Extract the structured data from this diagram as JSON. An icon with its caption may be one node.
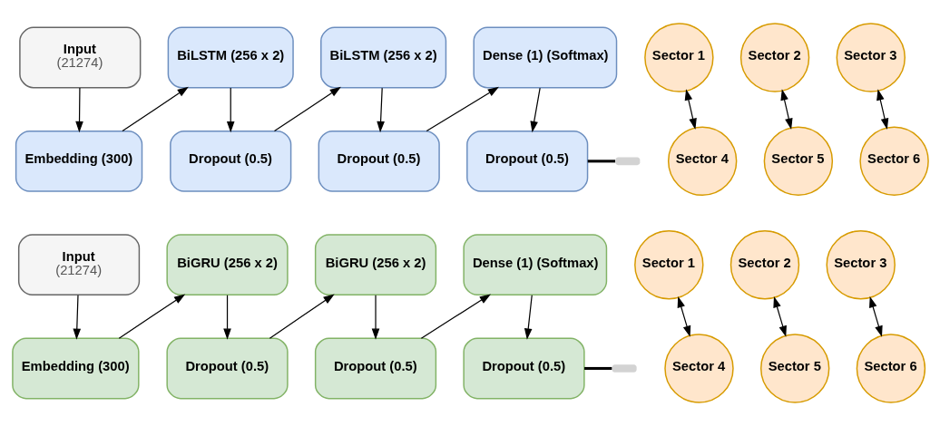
{
  "diagram": {
    "nodes": [
      {
        "text": [
          "Input",
          "(21274)"
        ]
      },
      {
        "text": [
          "Embedding (300)"
        ]
      },
      {
        "text": [
          "BiLSTM (256 x 2)"
        ]
      },
      {
        "text": [
          "Dropout (0.5)"
        ]
      },
      {
        "text": [
          "BiLSTM (256 x 2)"
        ]
      },
      {
        "text": [
          "Dropout (0.5)"
        ]
      },
      {
        "text": [
          "Dense (1) (Softmax)"
        ]
      },
      {
        "text": [
          "Dropout (0.5)"
        ]
      },
      {
        "text": [
          "Sector 1"
        ]
      },
      {
        "text": [
          "Sector 2"
        ]
      },
      {
        "text": [
          "Sector 3"
        ]
      },
      {
        "text": [
          "Sector 4"
        ]
      },
      {
        "text": [
          "Sector 5"
        ]
      },
      {
        "text": [
          "Sector 6"
        ]
      },
      {
        "text": [
          "Input",
          "(21274)"
        ]
      },
      {
        "text": [
          "Embedding (300)"
        ]
      },
      {
        "text": [
          "BiGRU (256 x 2)"
        ]
      },
      {
        "text": [
          "Dropout (0.5)"
        ]
      },
      {
        "text": [
          "BiGRU (256 x 2)"
        ]
      },
      {
        "text": [
          "Dropout (0.5)"
        ]
      },
      {
        "text": [
          "Dense (1) (Softmax)"
        ]
      },
      {
        "text": [
          "Dropout (0.5)"
        ]
      },
      {
        "text": [
          "Sector 1"
        ]
      },
      {
        "text": [
          "Sector 2"
        ]
      },
      {
        "text": [
          "Sector 3"
        ]
      },
      {
        "text": [
          "Sector 4"
        ]
      },
      {
        "text": [
          "Sector 5"
        ]
      },
      {
        "text": [
          "Sector 6"
        ]
      }
    ],
    "edges": [
      {
        "from": 0,
        "to": 1,
        "arrow": "to"
      },
      {
        "from": 1,
        "to": 2,
        "arrow": "to"
      },
      {
        "from": 2,
        "to": 3,
        "arrow": "to"
      },
      {
        "from": 3,
        "to": 4,
        "arrow": "to"
      },
      {
        "from": 4,
        "to": 5,
        "arrow": "to"
      },
      {
        "from": 5,
        "to": 6,
        "arrow": "to"
      },
      {
        "from": 6,
        "to": 7,
        "arrow": "to"
      },
      {
        "from": 8,
        "to": 11,
        "arrow": "both"
      },
      {
        "from": 9,
        "to": 12,
        "arrow": "both"
      },
      {
        "from": 10,
        "to": 13,
        "arrow": "both"
      },
      {
        "from": 7,
        "to": null,
        "arrow": "none",
        "style": "thick"
      },
      {
        "from": 14,
        "to": 15,
        "arrow": "to"
      },
      {
        "from": 15,
        "to": 16,
        "arrow": "to"
      },
      {
        "from": 16,
        "to": 17,
        "arrow": "to"
      },
      {
        "from": 17,
        "to": 18,
        "arrow": "to"
      },
      {
        "from": 18,
        "to": 19,
        "arrow": "to"
      },
      {
        "from": 19,
        "to": 20,
        "arrow": "to"
      },
      {
        "from": 20,
        "to": 21,
        "arrow": "to"
      },
      {
        "from": 22,
        "to": 25,
        "arrow": "both"
      },
      {
        "from": 23,
        "to": 26,
        "arrow": "both"
      },
      {
        "from": 24,
        "to": 27,
        "arrow": "both"
      },
      {
        "from": 21,
        "to": null,
        "arrow": "none",
        "style": "thick"
      }
    ]
  }
}
